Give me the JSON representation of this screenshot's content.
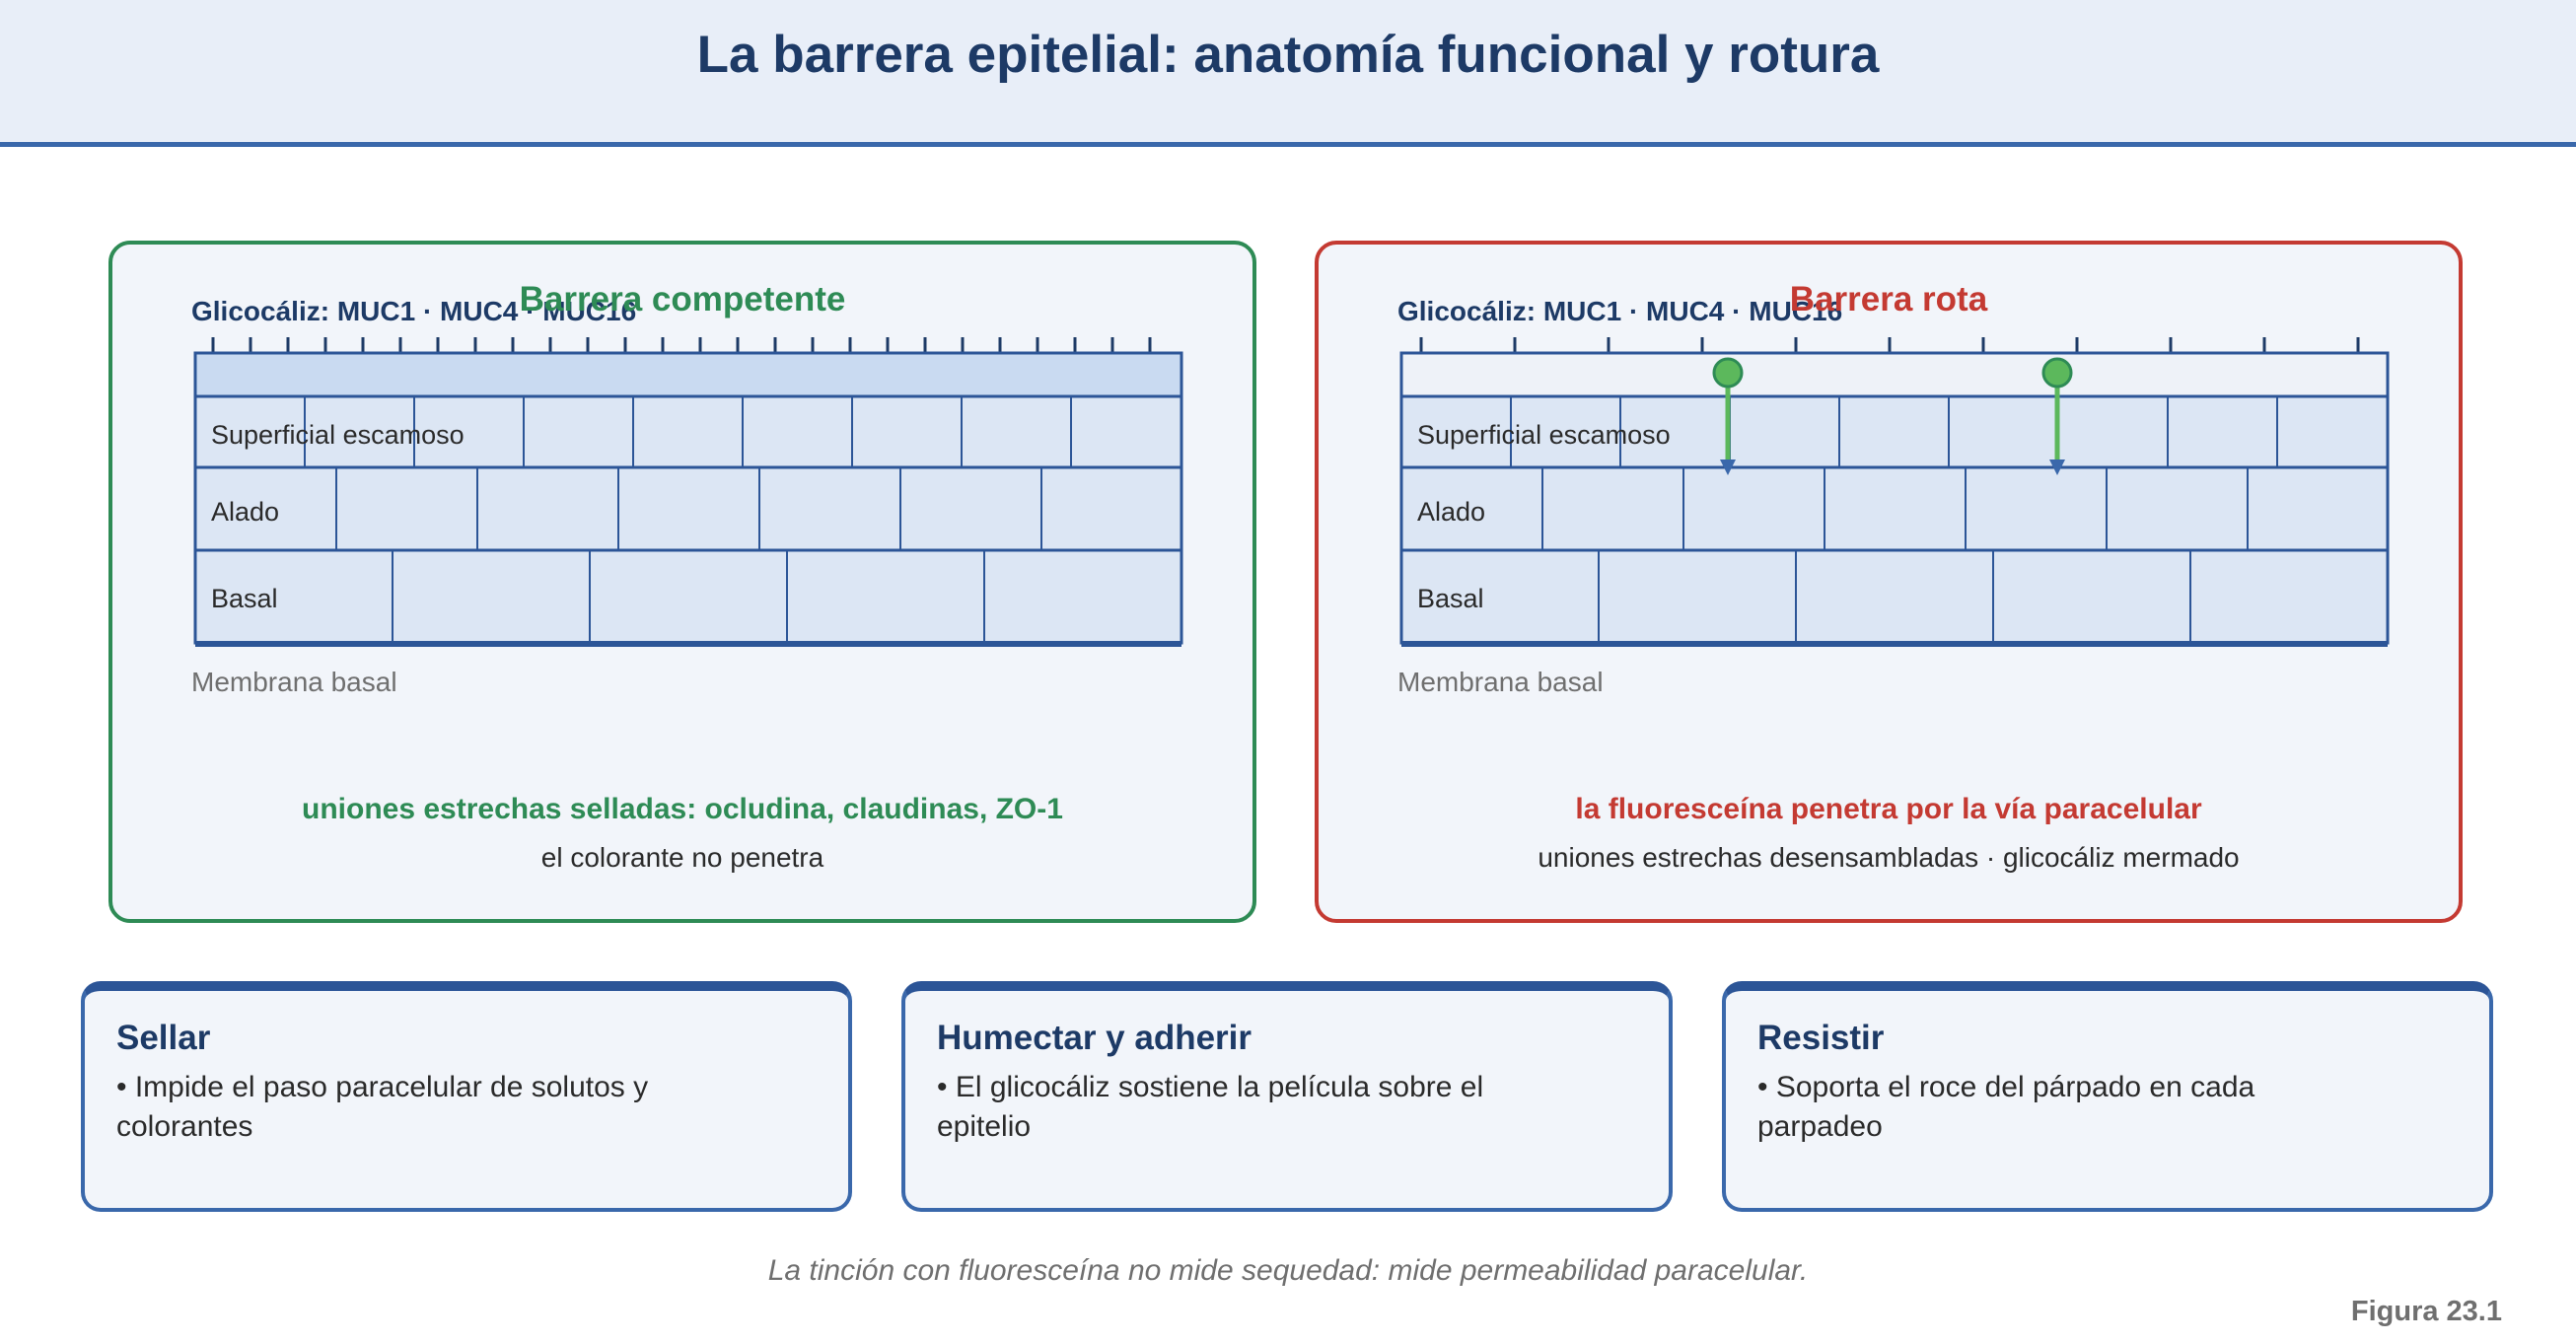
{
  "title": "La barrera epitelial: anatomía funcional y rotura",
  "panels": {
    "left": {
      "title": "Barrera competente",
      "glycocalyx_label": "Glicocáliz: MUC1 · MUC4 · MUC16",
      "layers": {
        "superficial": "Superficial escamoso",
        "winged": "Alado",
        "basal": "Basal"
      },
      "membrane_label": "Membrana basal",
      "caption_main": "uniones estrechas selladas: ocludina, claudinas, ZO-1",
      "caption_sub": "el colorante no penetra"
    },
    "right": {
      "title": "Barrera rota",
      "glycocalyx_label": "Glicocáliz: MUC1 · MUC4 · MUC16",
      "layers": {
        "superficial": "Superficial escamoso",
        "winged": "Alado",
        "basal": "Basal"
      },
      "membrane_label": "Membrana basal",
      "caption_main": "la fluoresceína penetra por la vía paracelular",
      "caption_sub": "uniones estrechas desensambladas · glicocáliz mermado"
    }
  },
  "cards": [
    {
      "title": "Sellar",
      "text": "• Impide el paso paracelular de solutos y colorantes"
    },
    {
      "title": "Humectar y adherir",
      "text": "• El glicocáliz sostiene la película sobre el epitelio"
    },
    {
      "title": "Resistir",
      "text": "• Soporta el roce del párpado en cada parpadeo"
    }
  ],
  "footnote": "La tinción con fluoresceína no mide sequedad: mide permeabilidad paracelular.",
  "figure_label": "Figura 23.1",
  "colors": {
    "competent": "#2e8b55",
    "broken": "#c43a32",
    "navy": "#1d3a66",
    "border_blue": "#3a68ab",
    "cell_fill": "#dce6f4",
    "glycocalyx_fill": "#c9daf1",
    "dye": "#5cb85c"
  },
  "icons": [
    "fluorescein-droplet-icon",
    "penetration-arrow-icon"
  ]
}
